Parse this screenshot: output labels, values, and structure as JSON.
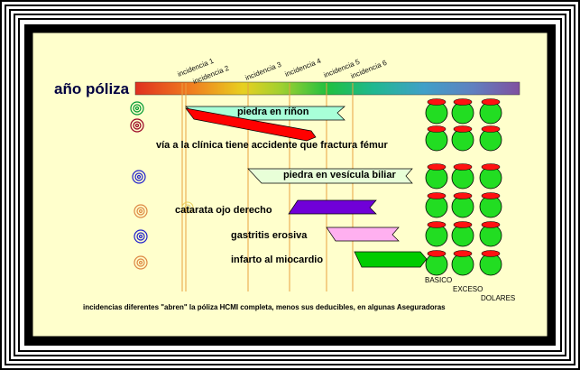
{
  "title": "año póliza",
  "incidencias": [
    "incidencia 1",
    "incidencia 2",
    "incidencia 3",
    "incidencia 4",
    "incidencia 5",
    "incidencia 6"
  ],
  "events": [
    {
      "label": "piedra en riñon",
      "ribbon_color": "#a8ffd8"
    },
    {
      "label": "vía a la clínica tiene accidente que fractura fémur",
      "ribbon_color": "#ff0000"
    },
    {
      "label": "piedra en vesícula biliar",
      "ribbon_color": "#e8ffd8"
    },
    {
      "label": "catarata ojo derecho",
      "ribbon_color": "#7000d8"
    },
    {
      "label": "gastritis erosiva",
      "ribbon_color": "#ffb0f0"
    },
    {
      "label": "infarto al miocardio",
      "ribbon_color": "#00cc00"
    }
  ],
  "pot_legend": [
    "BASICO",
    "EXCESO",
    "DOLARES"
  ],
  "footer": "incidencias diferentes \"abren\" la  póliza HCMI completa, menos sus deducibles, en algunas Aseguradoras",
  "colors": {
    "panel": "#ffffcc",
    "frame": "#000000",
    "pot_green": "#22dd22",
    "pot_red": "#ff1111",
    "incidence_line": "#e8a040",
    "title_color": "#000040"
  }
}
